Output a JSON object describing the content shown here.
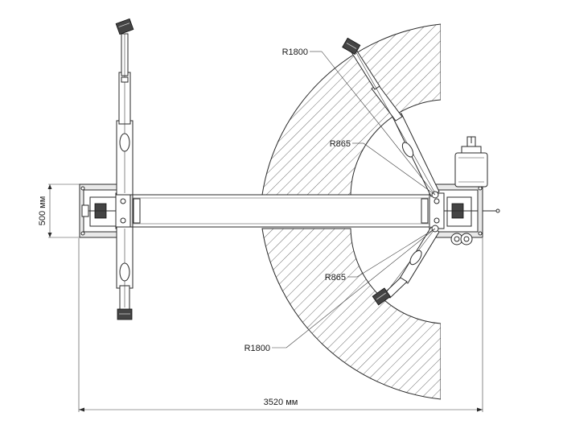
{
  "labels": {
    "radius_outer_top": "R1800",
    "radius_inner_top": "R865",
    "radius_inner_bottom": "R865",
    "radius_outer_bottom": "R1800",
    "width_dimension": "3520 мм",
    "post_dimension": "500 мм"
  }
}
